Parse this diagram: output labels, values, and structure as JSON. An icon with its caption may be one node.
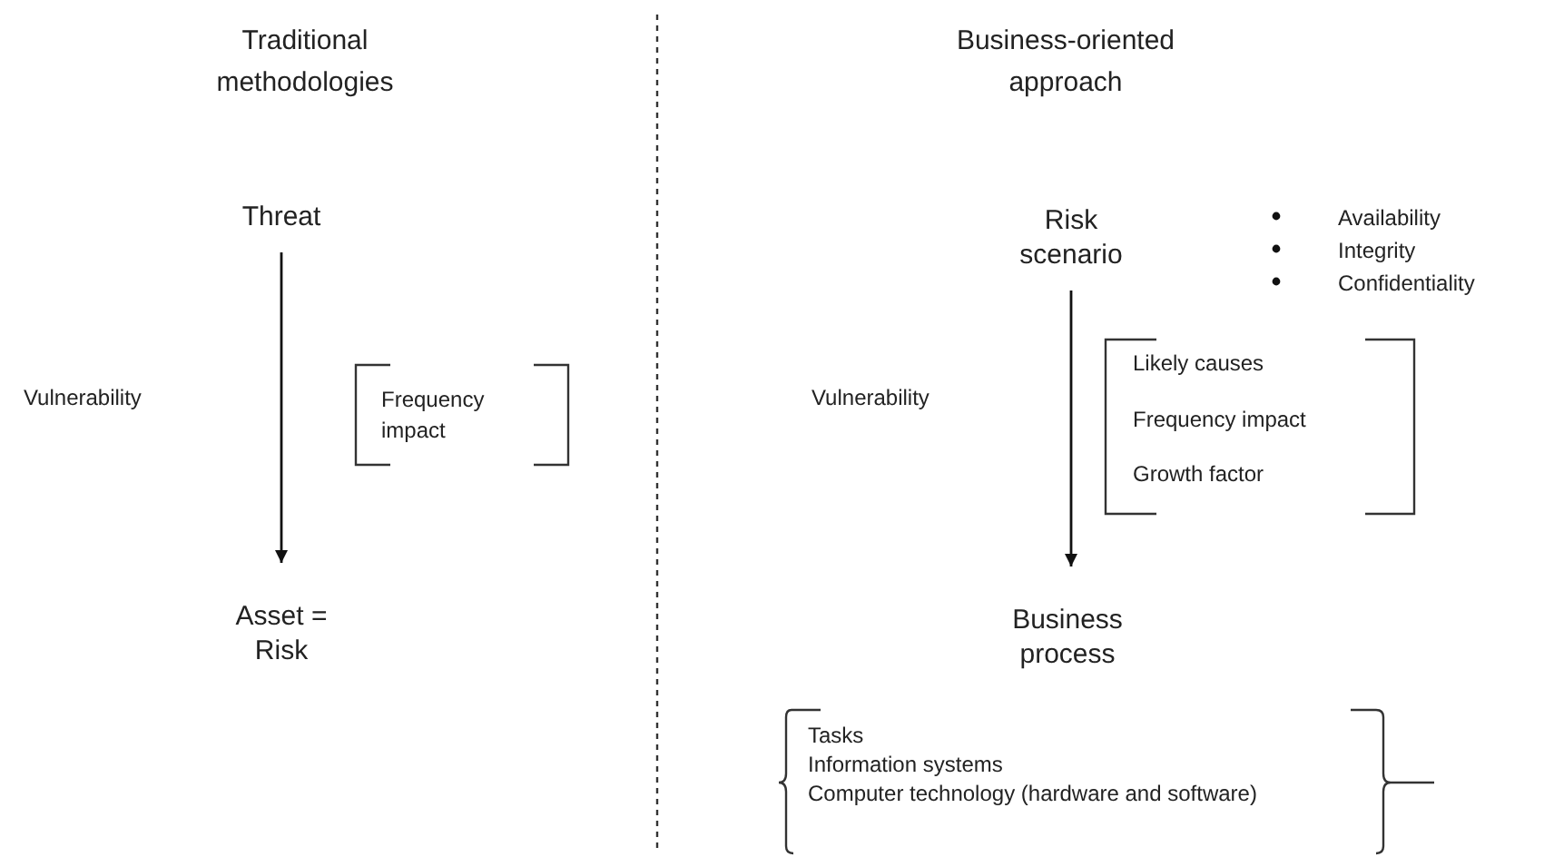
{
  "diagram": {
    "nodes": [
      {
        "text": [
          "Threat"
        ]
      },
      {
        "text": [
          "Asset = Risk"
        ]
      },
      {
        "text": [
          "Risk scenario"
        ]
      },
      {
        "text": [
          "Business process"
        ]
      }
    ],
    "edges": [
      {
        "from": 0,
        "to": 1,
        "arrow": "to"
      },
      {
        "from": 2,
        "to": 3,
        "arrow": "to"
      }
    ],
    "labels": [
      "Traditional methodologies",
      "Business-oriented approach",
      "Vulnerability",
      "Frequency impact",
      "Availability",
      "Integrity",
      "Confidentiality",
      "Vulnerability",
      "Likely causes",
      "Frequency impact",
      "Growth factor",
      "Tasks",
      "Information systems",
      "Computer technology (hardware and software)"
    ]
  }
}
